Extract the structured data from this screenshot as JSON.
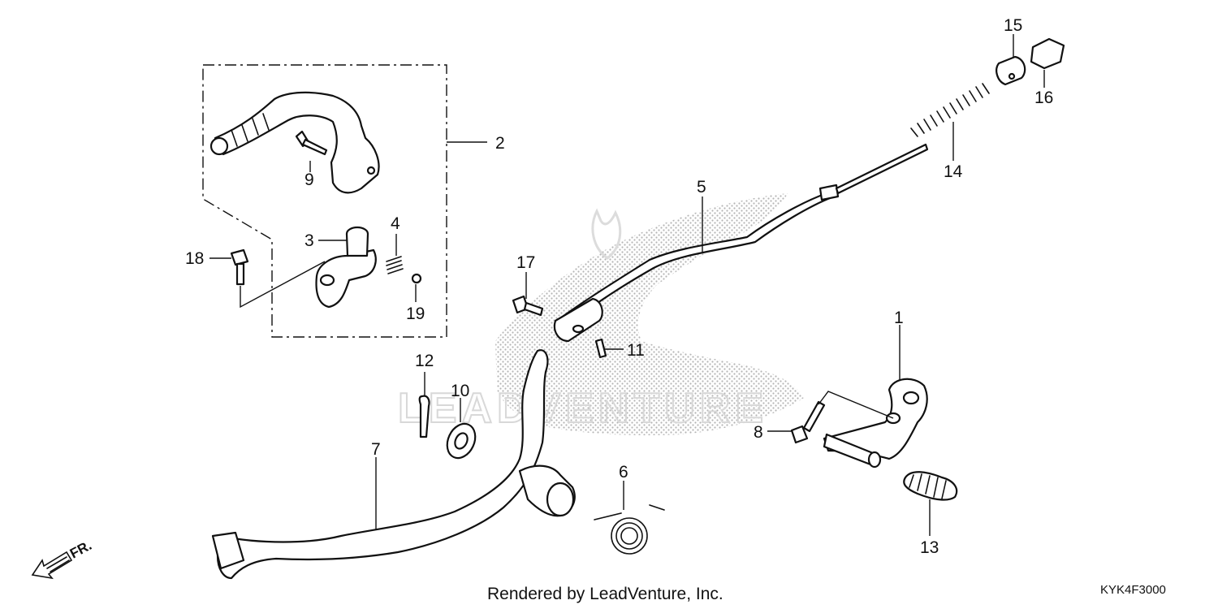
{
  "callouts": {
    "c1": "1",
    "c2": "2",
    "c3": "3",
    "c4": "4",
    "c5": "5",
    "c6": "6",
    "c7": "7",
    "c8": "8",
    "c9": "9",
    "c10": "10",
    "c11": "11",
    "c12": "12",
    "c13": "13",
    "c14": "14",
    "c15": "15",
    "c16": "16",
    "c17": "17",
    "c18": "18",
    "c19": "19"
  },
  "footer": {
    "rendered_by": "Rendered by LeadVenture, Inc.",
    "diagram_code": "KYK4F3000"
  },
  "direction_marker": "FR.",
  "watermark": "LEADVENTURE",
  "colors": {
    "line": "#111111",
    "stipple": "#bdbdbd",
    "watermark": "#d8d8d8"
  }
}
